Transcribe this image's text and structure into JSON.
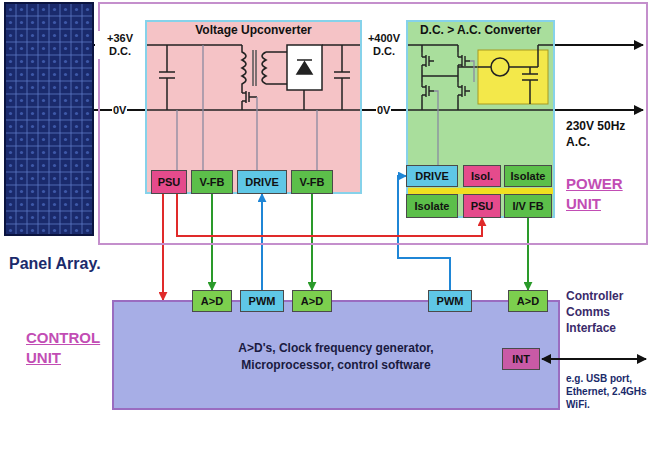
{
  "diagram": {
    "nodes": [
      {
        "text": [
          "Panel Array."
        ]
      },
      {
        "text": [
          "POWER UNIT"
        ]
      },
      {
        "text": [
          "Voltage Upconverter"
        ],
        "in": 1
      },
      {
        "text": [
          "PSU"
        ],
        "in": 2
      },
      {
        "text": [
          "V-FB"
        ],
        "in": 2
      },
      {
        "text": [
          "DRIVE"
        ],
        "in": 2
      },
      {
        "text": [
          "V-FB"
        ],
        "in": 2
      },
      {
        "text": [
          "D.C. > A.C. Converter"
        ],
        "in": 1
      },
      {
        "text": [
          "DRIVE"
        ],
        "in": 7
      },
      {
        "text": [
          "Isol."
        ],
        "in": 7
      },
      {
        "text": [
          "Isolate"
        ],
        "in": 7
      },
      {
        "text": [
          "Isolate"
        ],
        "in": 7
      },
      {
        "text": [
          "PSU"
        ],
        "in": 7
      },
      {
        "text": [
          "I/V FB"
        ],
        "in": 7
      },
      {
        "text": [
          "CONTROL UNIT",
          "A>D's, Clock frequency generator, Microprocessor, control software"
        ]
      },
      {
        "text": [
          "A>D"
        ],
        "in": 14
      },
      {
        "text": [
          "PWM"
        ],
        "in": 14
      },
      {
        "text": [
          "A>D"
        ],
        "in": 14
      },
      {
        "text": [
          "PWM"
        ],
        "in": 14
      },
      {
        "text": [
          "A>D"
        ],
        "in": 14
      },
      {
        "text": [
          "INT"
        ],
        "in": 14
      }
    ],
    "edges": [
      {
        "from": 0,
        "to": 2,
        "label": "+36V D.C.",
        "arrow": "none"
      },
      {
        "from": 0,
        "to": 2,
        "label": "0V",
        "arrow": "none"
      },
      {
        "from": 2,
        "to": 7,
        "label": "+400V D.C.",
        "arrow": "none"
      },
      {
        "from": 2,
        "to": 7,
        "label": "0V",
        "arrow": "none"
      },
      {
        "from": 4,
        "to": 15,
        "arrow": "to"
      },
      {
        "from": 16,
        "to": 5,
        "arrow": "to"
      },
      {
        "from": 6,
        "to": 17,
        "arrow": "to"
      },
      {
        "from": 18,
        "to": 8,
        "arrow": "to"
      },
      {
        "from": 13,
        "to": 19,
        "arrow": "to"
      },
      {
        "from": 3,
        "to": 14,
        "arrow": "to"
      },
      {
        "from": 3,
        "to": 12,
        "arrow": "to"
      }
    ],
    "labels": [
      "230V 50Hz A.C.",
      "Controller Comms Interface",
      "e.g. USB port, Ethernet, 2.4GHs WiFi."
    ]
  }
}
